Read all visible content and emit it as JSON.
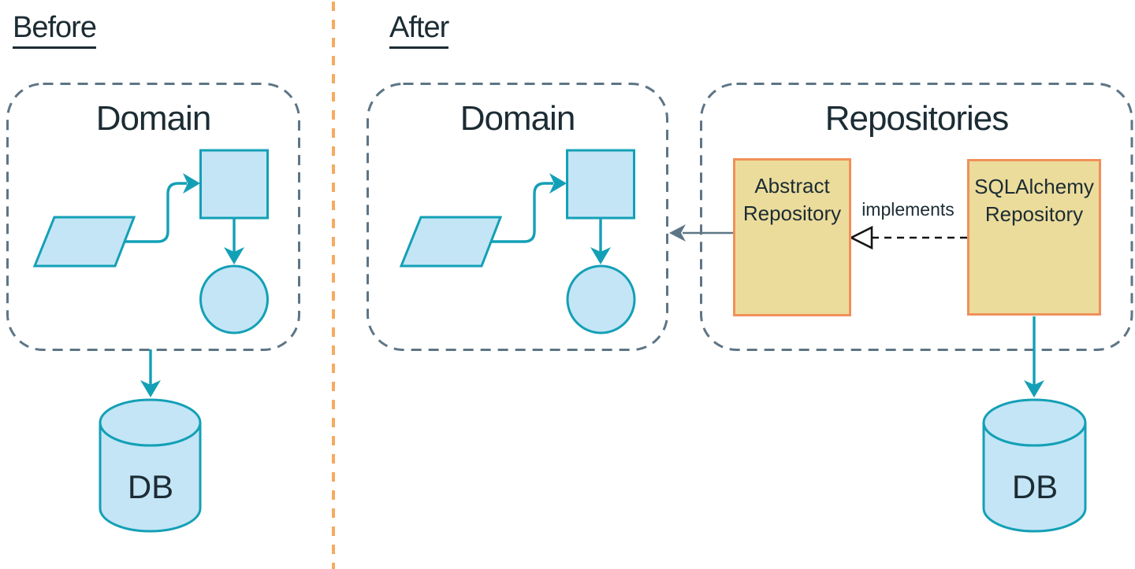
{
  "colors": {
    "teal": "#13a0b6",
    "shape-fill": "#c3e5f6",
    "slate": "#5d7586",
    "divider": "#f6aa60",
    "khaki-fill": "#ecdc9b",
    "khaki-border": "#f0905a",
    "ink": "#1c2c34",
    "black": "#141414"
  },
  "before": {
    "section_label": "Before",
    "domain_title": "Domain",
    "db_label": "DB"
  },
  "after": {
    "section_label": "After",
    "domain_title": "Domain",
    "repositories": {
      "panel_title": "Repositories",
      "abstract_box_label": "Abstract Repository",
      "sqlalchemy_box_label": "SQLAlchemy Repository",
      "implements_label": "implements",
      "db_label": "DB"
    }
  }
}
